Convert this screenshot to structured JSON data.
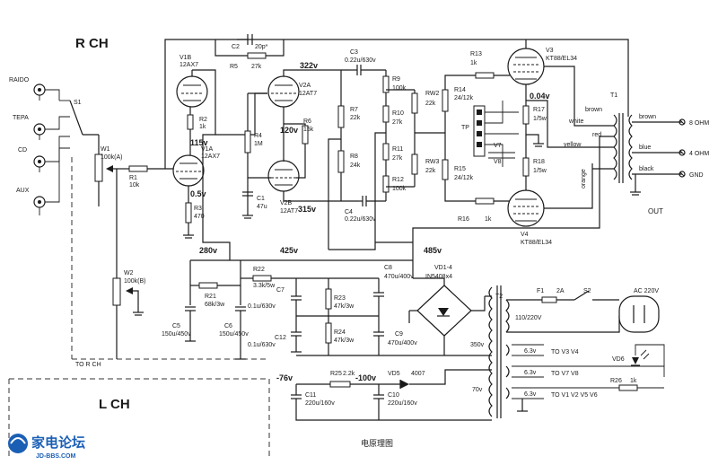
{
  "channel": {
    "right": "R CH",
    "left": "L CH",
    "to_r_ch": "TO R CH"
  },
  "inputs": [
    "RAIDO",
    "TEPA",
    "CD",
    "AUX"
  ],
  "switch": "S1",
  "tubes": {
    "v1b": [
      "V1B",
      "12AX7"
    ],
    "v1a": [
      "V1A",
      "12AX7"
    ],
    "v2a": [
      "V2A",
      "12AT7"
    ],
    "v2b": [
      "V2B",
      "12AT7"
    ],
    "v3": [
      "V3",
      "KT88/EL34"
    ],
    "v4": [
      "V4",
      "KT88/EL34"
    ]
  },
  "resistors": {
    "r1": [
      "R1",
      "10k"
    ],
    "r2": [
      "R2",
      "1k"
    ],
    "r3": [
      "R3",
      "470"
    ],
    "r4": [
      "R4",
      "1M"
    ],
    "r5": "R5",
    "r6": [
      "R6",
      "15k"
    ],
    "r7": [
      "R7",
      "22k"
    ],
    "r8": [
      "R8",
      "24k"
    ],
    "r9": [
      "R9",
      "100k"
    ],
    "r10": [
      "R10",
      "27k"
    ],
    "r11": [
      "R11",
      "27k"
    ],
    "r12": [
      "R12",
      "100k"
    ],
    "r13": [
      "R13",
      "1k"
    ],
    "r14": [
      "R14",
      "24/12k"
    ],
    "r15": [
      "R15",
      "24/12k"
    ],
    "r16": [
      "R16",
      "1k"
    ],
    "r17": [
      "R17",
      "1/5w"
    ],
    "r18": [
      "R18",
      "1/5w"
    ],
    "r21": [
      "R21",
      "68k/3w"
    ],
    "r22": [
      "R22",
      "3.3k/5w"
    ],
    "r23": [
      "R23",
      "47k/3w"
    ],
    "r24": [
      "R24",
      "47k/3w"
    ],
    "r25": [
      "R25",
      "2.2k"
    ],
    "r26": [
      "R26",
      "1k"
    ],
    "r27": "27k"
  },
  "pots": {
    "w1": [
      "W1",
      "100k(A)"
    ],
    "w2": [
      "W2",
      "100k(B)"
    ],
    "rw2": [
      "RW2",
      "22k"
    ],
    "rw3": [
      "RW3",
      "22k"
    ]
  },
  "caps": {
    "c1": [
      "C1",
      "47u"
    ],
    "c2": [
      "C2",
      "20p*"
    ],
    "c3": [
      "C3",
      "0.22u/630v"
    ],
    "c4": [
      "C4",
      "0.22u/630v"
    ],
    "c5": [
      "C5",
      "150u/450v"
    ],
    "c6": [
      "C6",
      "150u/450v"
    ],
    "c7": [
      "C7",
      "0.1u/630v"
    ],
    "c12": [
      "C12",
      "0.1u/630v"
    ],
    "c8": [
      "C8",
      "470u/400v"
    ],
    "c9": [
      "C9",
      "470u/400v"
    ],
    "c10": [
      "C10",
      "220u/160v"
    ],
    "c11": [
      "C11",
      "220u/160v"
    ]
  },
  "voltages": {
    "v322": "322v",
    "v115": "115v",
    "v05": "0.5v",
    "v120": "120v",
    "v315": "315v",
    "v280": "280v",
    "v425": "425v",
    "v485": "485v",
    "v004": "0.04v",
    "vm76": "-76v",
    "vm100": "-100v"
  },
  "output": {
    "t1": "T1",
    "brown": "brown",
    "white": "white",
    "yellow": "yellow",
    "red": "red",
    "orange": "orange",
    "blue": "blue",
    "black": "black",
    "ohm8": "8 OHM",
    "ohm4": "4 OHM",
    "gnd": "GND",
    "out": "OUT"
  },
  "tp": {
    "tp": "TP",
    "v7": "V7",
    "v8": "V8"
  },
  "power": {
    "vd14": [
      "VD1-4",
      "IN5408x4"
    ],
    "vd5": [
      "VD5",
      "4007"
    ],
    "vd6": "VD6",
    "t2": "T2",
    "f1": "F1",
    "fuse": "2A",
    "s2": "S2",
    "ac": "AC 220V",
    "primary": "110/220V",
    "v350": "350v",
    "v70": "70v",
    "h1": [
      "6.3v",
      "TO V3 V4"
    ],
    "h2": [
      "6.3v",
      "TO V7 V8"
    ],
    "h3": [
      "6.3v",
      "TO V1 V2 V5 V6"
    ]
  },
  "caption": "电原理图",
  "logo": {
    "main": "家电论坛",
    "url": "JD-BBS.COM"
  }
}
